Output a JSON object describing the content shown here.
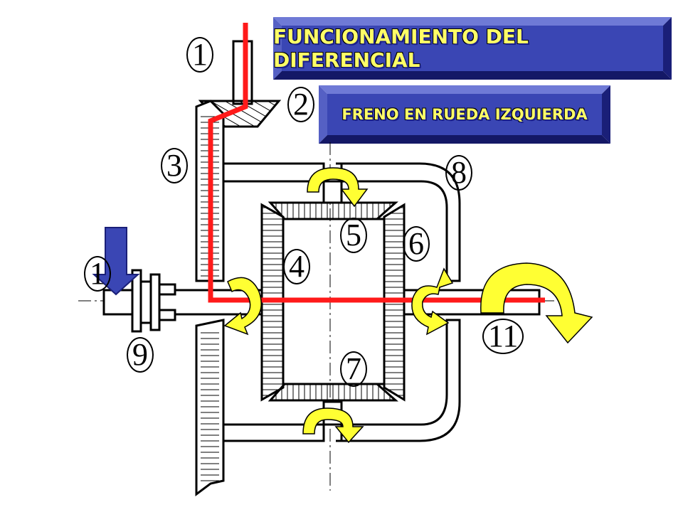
{
  "title": "FUNCIONAMIENTO DEL DIFERENCIAL",
  "subtitle": "FRENO EN RUEDA IZQUIERDA",
  "labels": [
    "1",
    "2",
    "3",
    "4",
    "5",
    "6",
    "7",
    "8",
    "9",
    "1",
    "11"
  ],
  "colors": {
    "banner_fill": "#3a46b4",
    "banner_dark": "#1a1f78",
    "banner_light": "#6f7ad6",
    "banner_text": "#ffff66",
    "power_flow": "#ff1a1a",
    "rotation_arrow": "#ffff33",
    "brake_arrow": "#3a46b4",
    "outline": "#000000"
  },
  "icons": [
    "brake-down-arrow-icon",
    "rotation-arrow-icon"
  ]
}
